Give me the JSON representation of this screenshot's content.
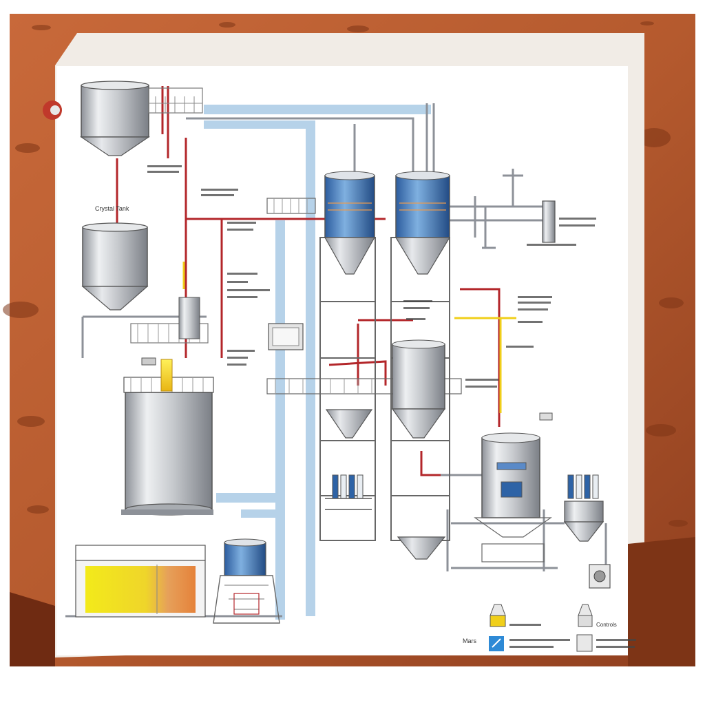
{
  "diagram": {
    "labels": {
      "crystal_tank": "Crystal Tank",
      "mars": "Mars",
      "legend_1": "",
      "legend_2": "Controls"
    },
    "colors": {
      "mars_dark": "#8a3a1c",
      "mars_mid": "#b8582c",
      "mars_light": "#d58a55",
      "steel_light": "#eef0f2",
      "steel_mid": "#c9ccd0",
      "steel_dark": "#7c8088",
      "pipe_red": "#b3262a",
      "pipe_blue": "#9ec4e2",
      "pipe_yellow": "#f0cf1a",
      "liquid_blue": "#2e63a6",
      "hot_yellow": "#f2e41d",
      "hot_orange": "#e6843c"
    }
  }
}
